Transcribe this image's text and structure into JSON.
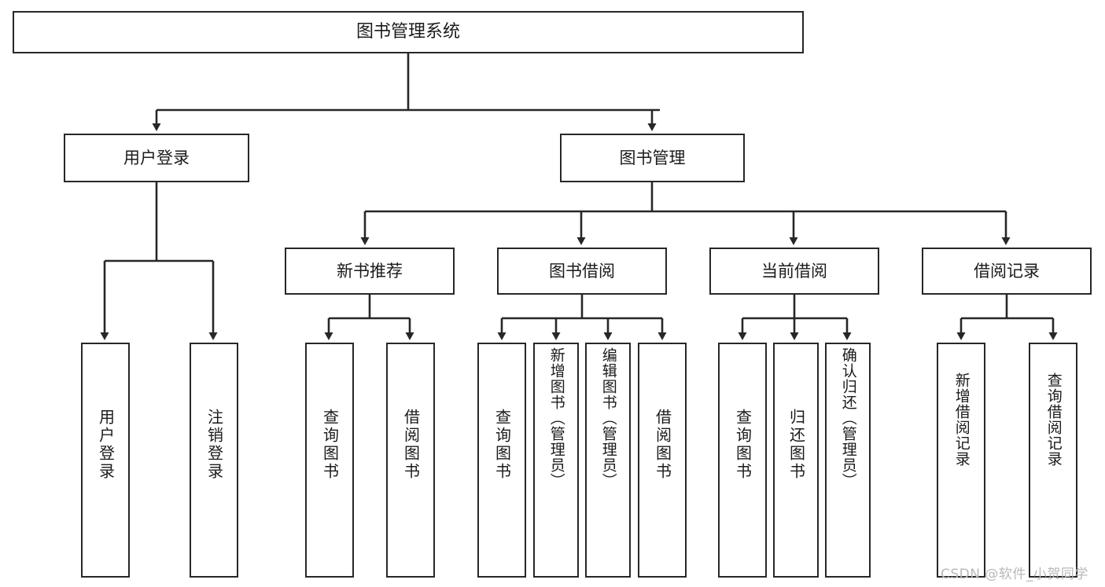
{
  "diagram": {
    "title": "图书管理系统",
    "type": "hierarchy-tree",
    "background": "#ffffff",
    "line_color": "#272727",
    "box_border_color": "#272727",
    "box_fill": "#ffffff",
    "text_color": "#1b1b1b"
  },
  "nodes": {
    "root": {
      "label": "图书管理系统"
    },
    "level2": [
      {
        "label": "用户登录"
      },
      {
        "label": "图书管理"
      }
    ],
    "level3": [
      {
        "label": "新书推荐"
      },
      {
        "label": "图书借阅"
      },
      {
        "label": "当前借阅"
      },
      {
        "label": "借阅记录"
      }
    ],
    "leaves": {
      "user_login": [
        {
          "label": "用户登录"
        },
        {
          "label": "注销登录"
        }
      ],
      "new_book_recommend": [
        {
          "label": "查询图书"
        },
        {
          "label": "借阅图书"
        }
      ],
      "book_borrow": [
        {
          "label": "查询图书"
        },
        {
          "label": "新增图书（管理员）"
        },
        {
          "label": "编辑图书（管理员）"
        },
        {
          "label": "借阅图书"
        }
      ],
      "current_borrow": [
        {
          "label": "查询图书"
        },
        {
          "label": "归还图书"
        },
        {
          "label": "确认归还（管理员）"
        }
      ],
      "borrow_record": [
        {
          "label": "新增借阅记录"
        },
        {
          "label": "查询借阅记录"
        }
      ]
    }
  },
  "watermark": {
    "text": "CSDN @软件_小贺同学"
  }
}
